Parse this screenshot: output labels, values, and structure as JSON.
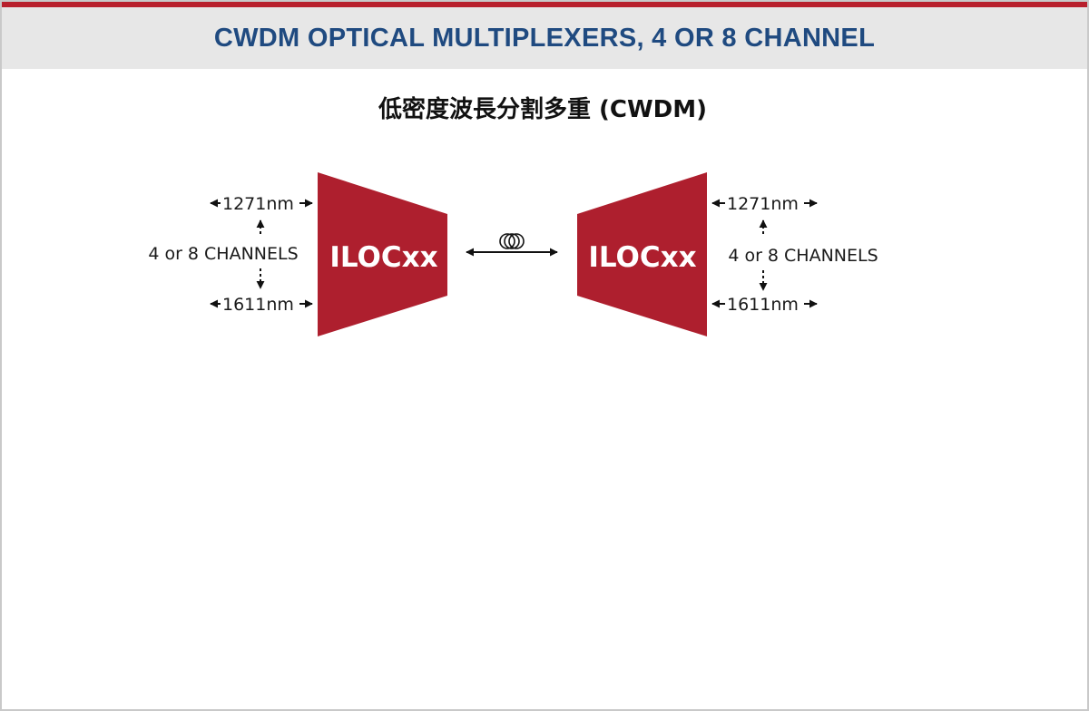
{
  "header": {
    "title": "CWDM OPTICAL MULTIPLEXERS, 4 OR 8 CHANNEL"
  },
  "diagram": {
    "subtitle": "低密度波長分割多重 (CWDM)",
    "left_block": {
      "label": "ILOCxx",
      "top_wavelength": "1271nm",
      "bottom_wavelength": "1611nm",
      "channels": "4 or 8 CHANNELS"
    },
    "right_block": {
      "label": "ILOCxx",
      "top_wavelength": "1271nm",
      "bottom_wavelength": "1611nm",
      "channels": "4 or 8 CHANNELS"
    },
    "link_icon": "fiber-coil-icon",
    "colors": {
      "block_fill": "#ae1f2e",
      "header_text": "#1f4a80",
      "top_rule": "#b8202d",
      "header_band": "#e7e7e7"
    }
  }
}
